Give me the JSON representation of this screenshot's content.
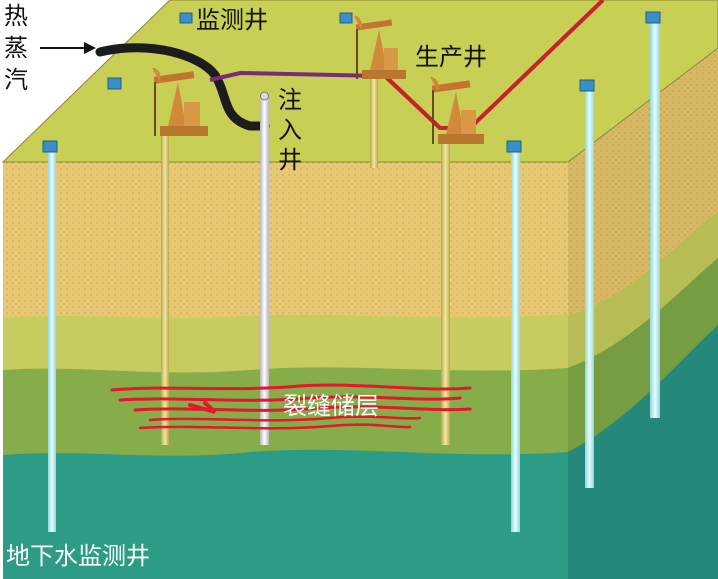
{
  "labels": {
    "hot_steam_1": "热",
    "hot_steam_2": "蒸",
    "hot_steam_3": "汽",
    "monitoring_well": "监测井",
    "production_well": "生产井",
    "injection_well_1": "注",
    "injection_well_2": "入",
    "injection_well_3": "井",
    "fractured_reservoir": "裂缝储层",
    "groundwater_monitoring_well": "地下水监测井"
  },
  "colors": {
    "surface": "#c8cf55",
    "layer_top_sand": "#e9c877",
    "layer_mid_olive": "#c6cc62",
    "layer_green": "#8fb24e",
    "layer_teal": "#2f9f86",
    "well_cyan": "#bfeef0",
    "well_yellow": "#e3d67f",
    "pipe_red": "#c8202e",
    "fracture_red": "#e3182a"
  }
}
